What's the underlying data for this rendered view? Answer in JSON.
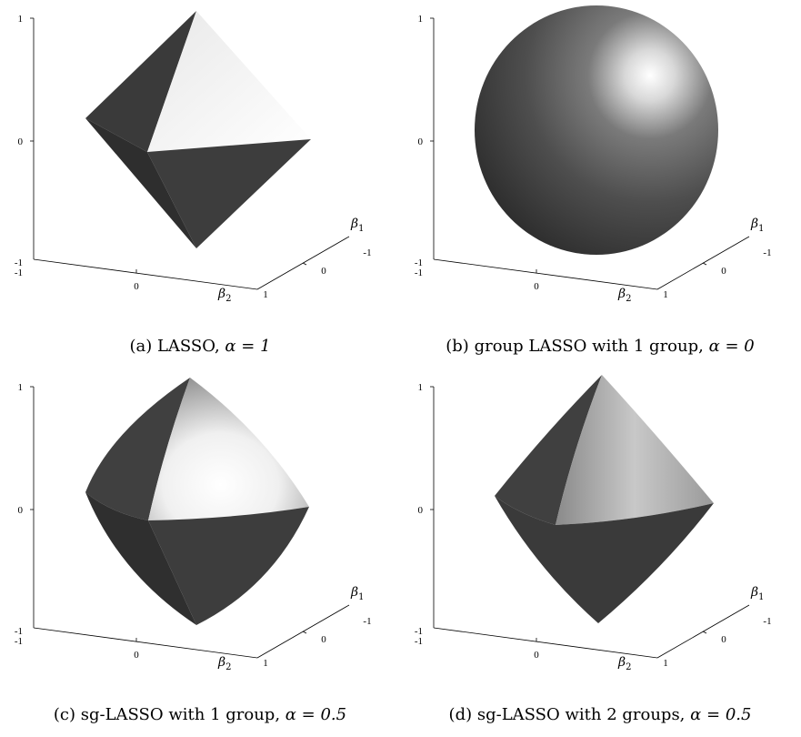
{
  "panels": [
    {
      "id": "a",
      "caption": {
        "label": "(a)",
        "text": "LASSO,",
        "param": "α = 1"
      },
      "shape": "octahedron",
      "ticks": {
        "z_top": "1",
        "z_mid": "0",
        "z_bot": "-1",
        "x_left": "-1",
        "x_mid": "0",
        "x_right": "1",
        "y_mid": "0",
        "y_far": "-1"
      },
      "axis_labels": {
        "b1": "β",
        "b1_sub": "1",
        "b2": "β",
        "b2_sub": "2"
      }
    },
    {
      "id": "b",
      "caption": {
        "label": "(b)",
        "text": "group LASSO with 1 group,",
        "param": "α = 0"
      },
      "shape": "sphere",
      "ticks": {
        "z_top": "1",
        "z_mid": "0",
        "z_bot": "-1",
        "x_left": "-1",
        "x_mid": "0",
        "x_right": "1",
        "y_mid": "0",
        "y_far": "-1"
      },
      "axis_labels": {
        "b1": "β",
        "b1_sub": "1",
        "b2": "β",
        "b2_sub": "2"
      }
    },
    {
      "id": "c",
      "caption": {
        "label": "(c)",
        "text": "sg-LASSO with 1 group,",
        "param": "α = 0.5"
      },
      "shape": "rounded-octahedron",
      "ticks": {
        "z_top": "1",
        "z_mid": "0",
        "z_bot": "-1",
        "x_left": "-1",
        "x_mid": "0",
        "x_right": "1",
        "y_mid": "0",
        "y_far": "-1"
      },
      "axis_labels": {
        "b1": "β",
        "b1_sub": "1",
        "b2": "β",
        "b2_sub": "2"
      }
    },
    {
      "id": "d",
      "caption": {
        "label": "(d)",
        "text": "sg-LASSO with 2 groups,",
        "param": "α = 0.5"
      },
      "shape": "cone-bicone",
      "ticks": {
        "z_top": "1",
        "z_mid": "0",
        "z_bot": "-1",
        "x_left": "-1",
        "x_mid": "0",
        "x_right": "1",
        "y_mid": "0",
        "y_far": "-1"
      },
      "axis_labels": {
        "b1": "β",
        "b1_sub": "1",
        "b2": "β",
        "b2_sub": "2"
      }
    }
  ],
  "colors": {
    "dark_face": "#3c3c3c",
    "mid_face": "#555555",
    "light_face": "#f2f2f2",
    "axis": "#000000"
  }
}
